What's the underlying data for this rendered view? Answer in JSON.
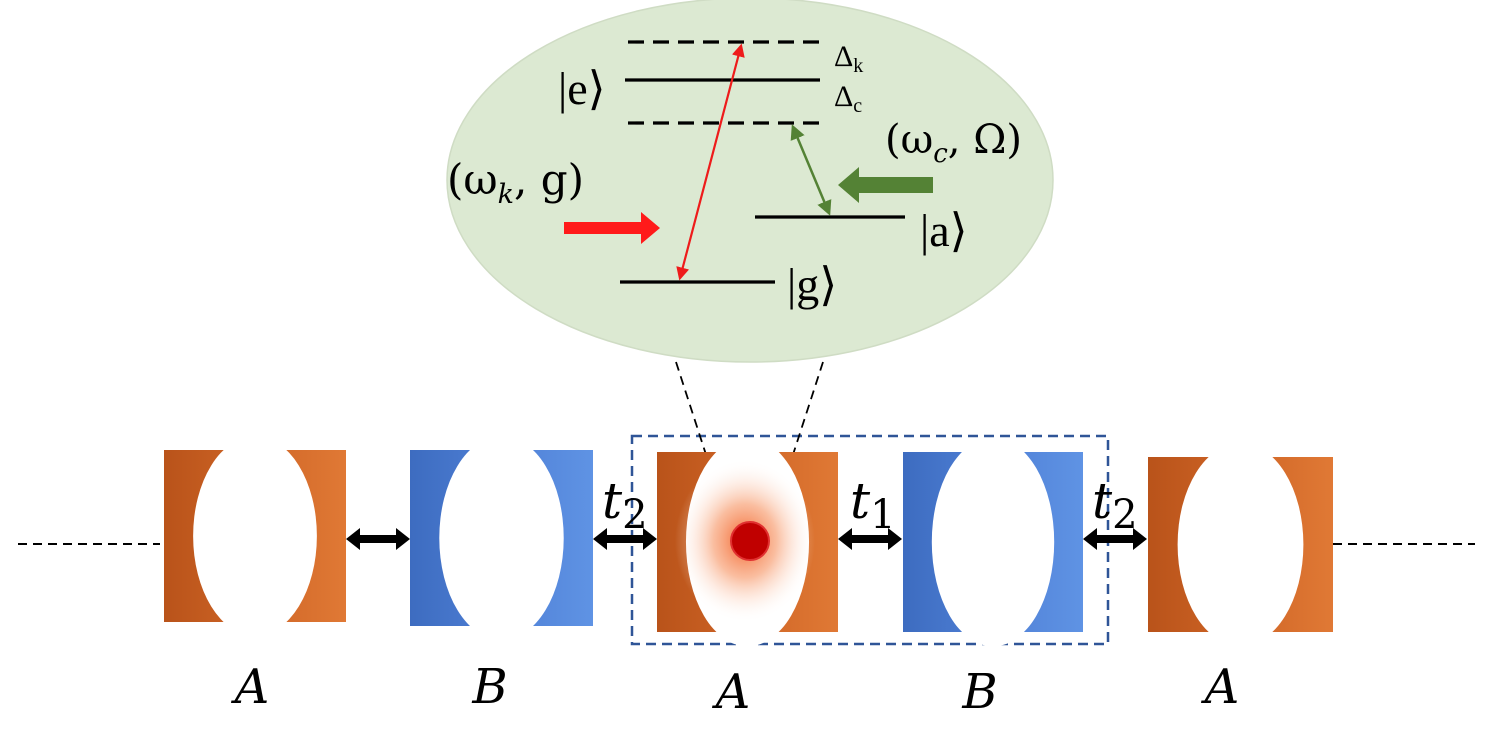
{
  "colors": {
    "orange_dark": "#c05a1c",
    "orange_light": "#dd7330",
    "blue_dark": "#3f6fc4",
    "blue_light": "#5b8ee0",
    "bubble_fill": "#dce9d2",
    "red_arrow": "#ee1b1b",
    "green_arrow": "#548235",
    "atom": "#c00000",
    "dashed_box": "#2f5597"
  },
  "levels": {
    "e": {
      "label": "|e⟩"
    },
    "a": {
      "label": "|a⟩"
    },
    "g": {
      "label": "|g⟩"
    },
    "delta_k": {
      "symbol": "Δ",
      "sub": "k"
    },
    "delta_c": {
      "symbol": "Δ",
      "sub": "c"
    }
  },
  "fields": {
    "probe": {
      "label": "(ω",
      "sub": "k",
      "rest": ", g)"
    },
    "control": {
      "label": "(ω",
      "sub": "c",
      "rest": ", Ω)"
    }
  },
  "couplings": {
    "t2_left": {
      "letter": "t",
      "sub": "2"
    },
    "t1": {
      "letter": "t",
      "sub": "1"
    },
    "t2_right": {
      "letter": "t",
      "sub": "2"
    }
  },
  "resonators": [
    {
      "label": "A",
      "type": "A"
    },
    {
      "label": "B",
      "type": "B"
    },
    {
      "label": "A",
      "type": "A",
      "has_atom": true
    },
    {
      "label": "B",
      "type": "B"
    },
    {
      "label": "A",
      "type": "A"
    }
  ]
}
